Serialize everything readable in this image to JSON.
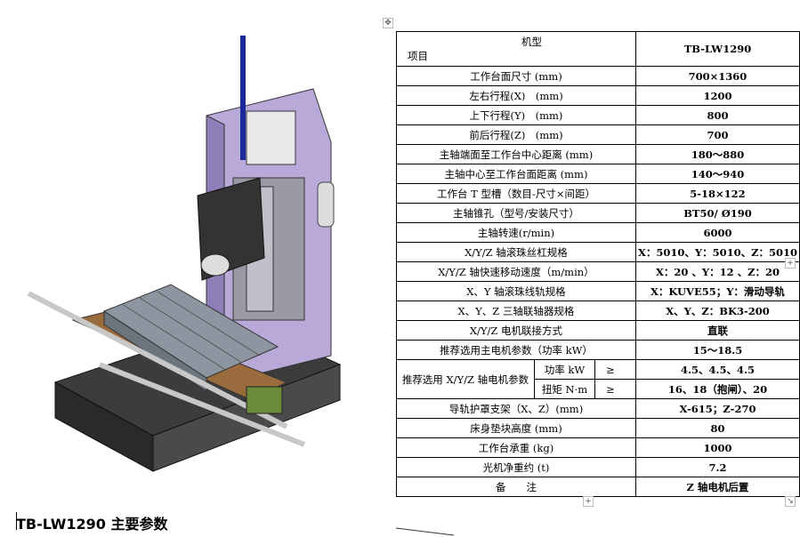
{
  "caption": "TB-LW1290 主要参数",
  "table": {
    "header": {
      "corner_top": "机型",
      "corner_bottom": "项目",
      "model": "TB-LW1290"
    },
    "rows_before": [
      {
        "label": "工作台面尺寸 (mm)",
        "value": "700×1360"
      },
      {
        "label": "左右行程(X)　(mm)",
        "value": "1200"
      },
      {
        "label": "上下行程(Y)　(mm)",
        "value": "800"
      },
      {
        "label": "前后行程(Z)　(mm)",
        "value": "700"
      },
      {
        "label": "主轴端面至工作台中心距离 (mm)",
        "value": "180～880"
      },
      {
        "label": "主轴中心至工作台面距离 (mm)",
        "value": "140～940"
      },
      {
        "label": "工作台 T 型槽（数目-尺寸×间距）",
        "value": "5-18×122"
      },
      {
        "label": "主轴锥孔（型号/安装尺寸）",
        "value": "BT50/ Ø190"
      },
      {
        "label": "主轴转速(r/min)",
        "value": "6000"
      },
      {
        "label": "X/Y/Z 轴滚珠丝杠规格",
        "value": "X：5010、Y：5010、Z：5010"
      },
      {
        "label": "X/Y/Z 轴快速移动速度（m/min）",
        "value": "X：20 、Y：12 、Z：20"
      },
      {
        "label": "X、Y 轴滚珠线轨规格",
        "value": "X：KUVE55；Y：滑动导轨"
      },
      {
        "label": "X、Y、Z 三轴联轴器规格",
        "value": "X、Y、Z：BK3-200"
      },
      {
        "label": "X/Y/Z 电机联接方式",
        "value": "直联"
      },
      {
        "label": "推荐选用主电机参数（功率 kW）",
        "value": "15～18.5"
      }
    ],
    "motor_row": {
      "label": "推荐选用 X/Y/Z 轴电机参数",
      "sub": [
        {
          "name": "功率 kW",
          "sign": "≥",
          "value": "4.5、4.5、4.5"
        },
        {
          "name": "扭矩 N·m",
          "sign": "≥",
          "value": "16、18（抱闸）、20"
        }
      ]
    },
    "rows_after": [
      {
        "label": "导轨护罩支架（X、Z）(mm)",
        "value": "X-615；Z-270"
      },
      {
        "label": "床身垫块高度 (mm)",
        "value": "80"
      },
      {
        "label": "工作台承重 (kg)",
        "value": "1000"
      },
      {
        "label": "光机净重约 (t)",
        "value": "7.2"
      },
      {
        "label": "备　　注",
        "value": "Z 轴电机后置"
      }
    ]
  },
  "editor_controls": {
    "move_handle": "✥",
    "add_row": "+",
    "add_col": "+",
    "resize": "↘"
  },
  "colors": {
    "column_purple": "#b9a9d9",
    "base_dark": "#3c3c3c",
    "saddle_brown": "#9a6b3c",
    "table_gray": "#8d96a0",
    "spindle_blue": "#1a2a9a"
  }
}
